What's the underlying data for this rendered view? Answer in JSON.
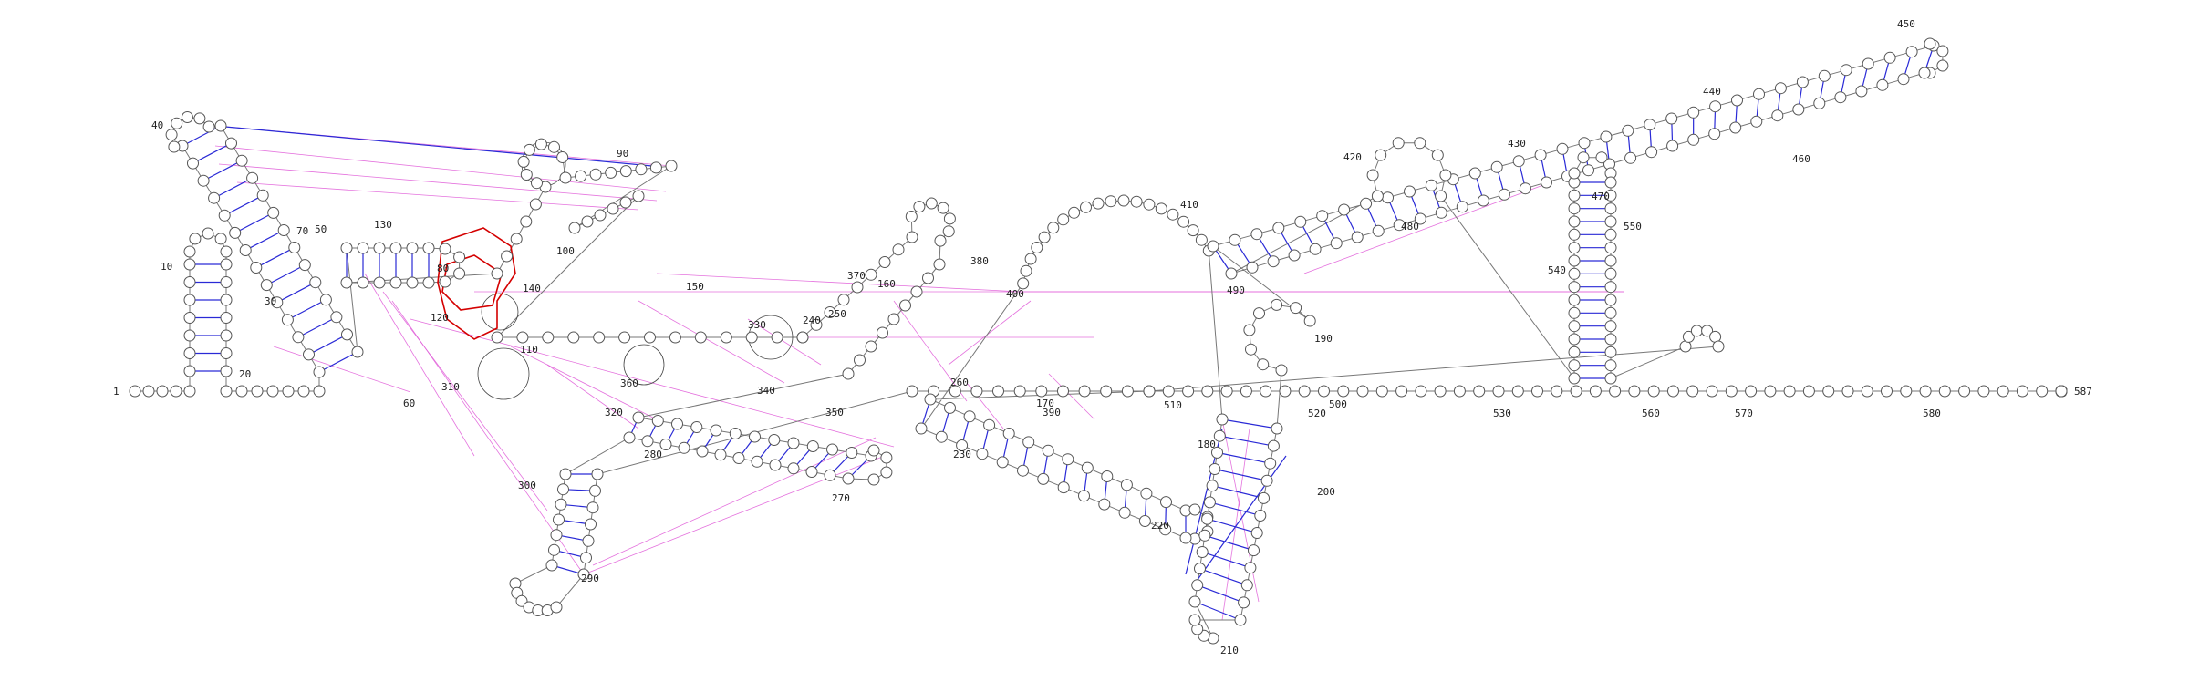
{
  "diagram": {
    "type": "rna-secondary-structure",
    "sequence_length": 587,
    "colors": {
      "nucleotide_stroke": "#555555",
      "backbone": "#777777",
      "base_pair": "#2a2ad6",
      "pseudoknot_pair": "#e05ad8",
      "highlight": "#d40000"
    },
    "labels": [
      "1",
      "10",
      "20",
      "30",
      "40",
      "50",
      "60",
      "70",
      "80",
      "90",
      "100",
      "110",
      "120",
      "130",
      "140",
      "150",
      "160",
      "170",
      "180",
      "190",
      "200",
      "210",
      "220",
      "230",
      "240",
      "250",
      "260",
      "270",
      "280",
      "290",
      "300",
      "310",
      "320",
      "330",
      "340",
      "350",
      "360",
      "370",
      "380",
      "390",
      "400",
      "410",
      "420",
      "430",
      "440",
      "450",
      "460",
      "470",
      "480",
      "490",
      "500",
      "510",
      "520",
      "530",
      "540",
      "550",
      "560",
      "570",
      "580",
      "587"
    ]
  }
}
